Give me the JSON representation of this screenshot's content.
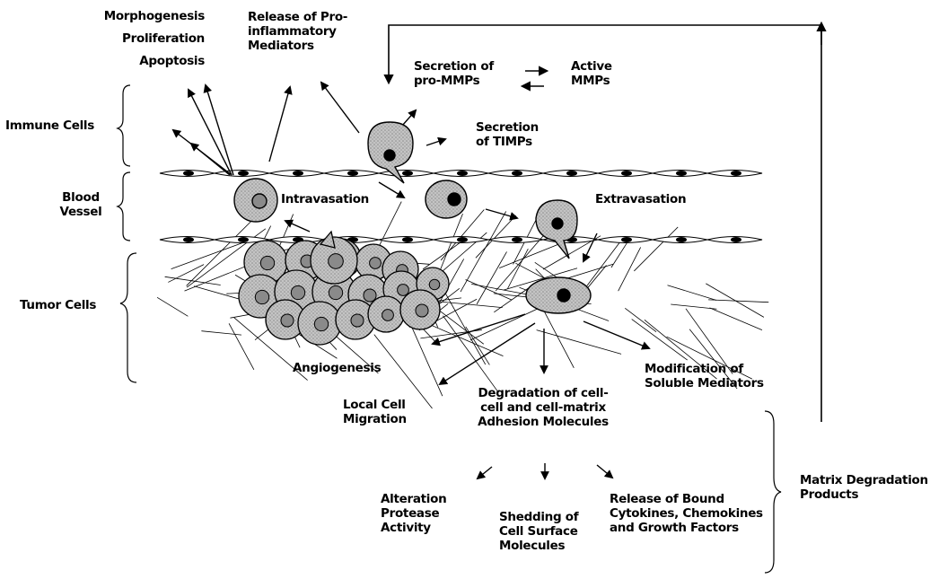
{
  "diagram": {
    "labels": {
      "top_left": [
        "Morphogenesis",
        "Proliferation",
        "Apoptosis"
      ],
      "pro_inflammatory": [
        "Release of Pro-",
        "inflammatory",
        "Mediators"
      ],
      "secretion_pro_mmps": [
        "Secretion of",
        "pro-MMPs"
      ],
      "active_mmps": [
        "Active",
        "MMPs"
      ],
      "secretion_timps": [
        "Secretion",
        "of TIMPs"
      ],
      "immune_cells": "Immune Cells",
      "blood_vessel": [
        "Blood",
        "Vessel"
      ],
      "intravasation": "Intravasation",
      "extravasation": "Extravasation",
      "tumor_cells": "Tumor Cells",
      "angiogenesis": "Angiogenesis",
      "local_cell_migration": [
        "Local Cell",
        "Migration"
      ],
      "degradation": [
        "Degradation of cell-",
        "cell and cell-matrix",
        "Adhesion Molecules"
      ],
      "modification": [
        "Modification of",
        "Soluble Mediators"
      ],
      "alteration": [
        "Alteration",
        "Protease",
        "Activity"
      ],
      "shedding": [
        "Shedding of",
        "Cell Surface",
        "Molecules"
      ],
      "release_bound": [
        "Release of Bound",
        "Cytokines, Chemokines",
        "and Growth Factors"
      ],
      "matrix_degradation": [
        "Matrix Degradation",
        "Products"
      ]
    }
  }
}
